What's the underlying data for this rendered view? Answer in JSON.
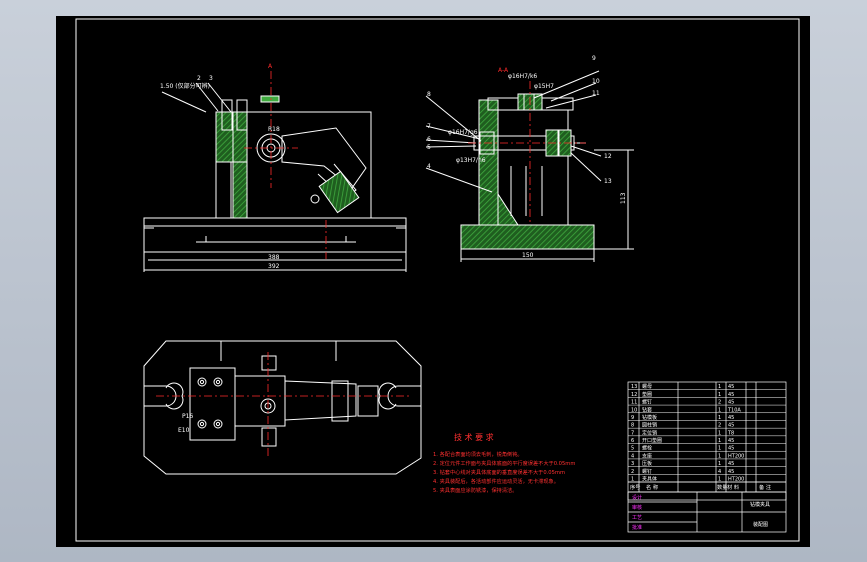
{
  "colors": {
    "background": "#000000",
    "line": "#ffffff",
    "hatch": "#2e8b2e",
    "centerline": "#ff2b2b",
    "dim": "#ffffff",
    "table_pink": "#ff33ff"
  },
  "front_view": {
    "callouts": [
      "1",
      "2",
      "3"
    ],
    "callout_text": "1.50 (仅部分可辨)",
    "radius_label": "R18",
    "dims": [
      "388",
      "392"
    ],
    "section_mark": "A"
  },
  "side_view": {
    "title": "A-A",
    "fits": [
      "φ16H7/k6",
      "φ15H7",
      "φ16H7/g6",
      "φ13H7/n6"
    ],
    "callouts": [
      "8",
      "7",
      "6",
      "5",
      "4",
      "9",
      "10",
      "11",
      "12",
      "13"
    ],
    "dims": [
      "113",
      "150"
    ]
  },
  "top_view": {
    "labels": [
      "P16",
      "E10"
    ]
  },
  "tech_requirements": {
    "title": "技 术 要 求",
    "items": [
      "1. 各配合表面均须去毛刺，锐角倒钝。",
      "2. 定位元件工作面与夹具体底面的平行度误差不大于0.05mm",
      "3. 钻套中心线对夹具体底面的垂直度误差不大于0.05mm",
      "4. 夹具装配后，各活动部件应运动灵活，无卡滞现象。",
      "5. 夹具表面应涂防锈漆，保持清洁。"
    ]
  },
  "bom": {
    "rows": [
      [
        "13",
        "螺母",
        "1",
        "45"
      ],
      [
        "12",
        "垫圈",
        "1",
        "45"
      ],
      [
        "11",
        "螺钉",
        "2",
        "45"
      ],
      [
        "10",
        "钻套",
        "1",
        "T10A"
      ],
      [
        "9",
        "钻模板",
        "1",
        "45"
      ],
      [
        "8",
        "圆柱销",
        "2",
        "45"
      ],
      [
        "7",
        "定位销",
        "1",
        "T8"
      ],
      [
        "6",
        "开口垫圈",
        "1",
        "45"
      ],
      [
        "5",
        "螺栓",
        "1",
        "45"
      ],
      [
        "4",
        "支座",
        "1",
        "HT200"
      ],
      [
        "3",
        "压板",
        "1",
        "45"
      ],
      [
        "2",
        "螺钉",
        "4",
        "45"
      ],
      [
        "1",
        "夹具体",
        "1",
        "HT200"
      ]
    ],
    "header": [
      "序号",
      "名 称",
      "数量",
      "材 料",
      "备 注"
    ]
  },
  "title_block": {
    "drawing_name": "钻模夹具",
    "drawing_no": "装配图",
    "rows": [
      "设计",
      "审核",
      "工艺",
      "批准"
    ]
  }
}
